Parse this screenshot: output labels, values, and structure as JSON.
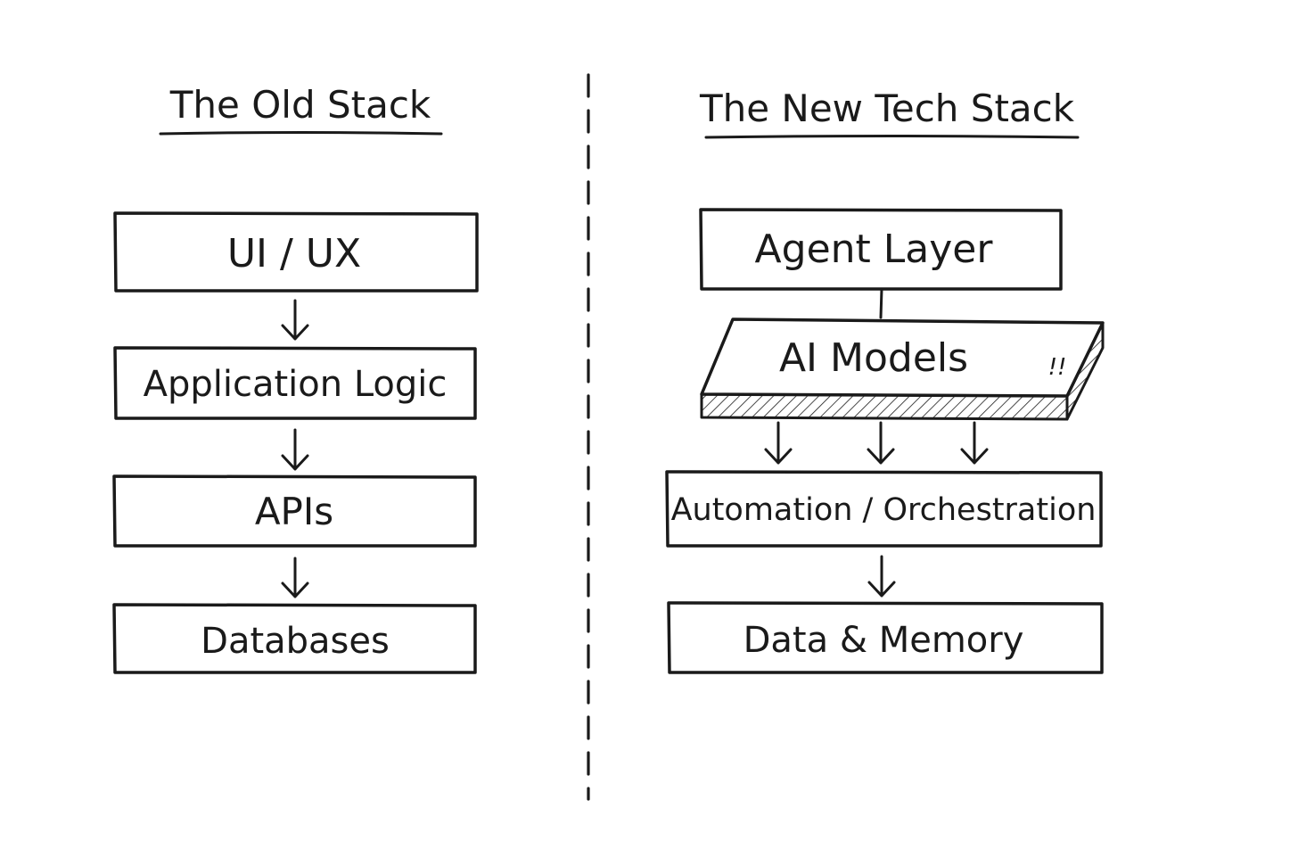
{
  "old_stack": {
    "title": "The Old Stack",
    "layers": [
      "UI / UX",
      "Application Logic",
      "APIs",
      "Databases"
    ]
  },
  "new_stack": {
    "title": "The New Tech Stack",
    "agent_layer": "Agent Layer",
    "ai_models": "AI Models",
    "ai_models_mark": "!!",
    "automation": "Automation / Orchestration",
    "data_memory": "Data & Memory"
  },
  "colors": {
    "ink": "#1a1a1a",
    "background": "#ffffff"
  }
}
